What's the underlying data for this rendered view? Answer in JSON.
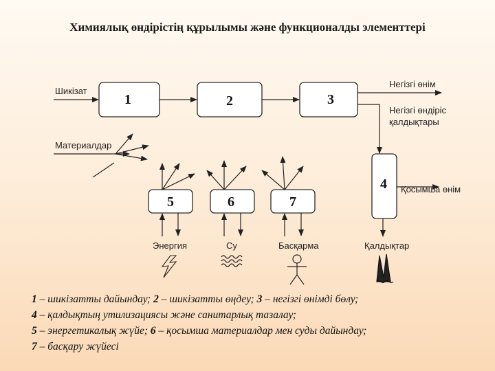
{
  "title": "Химиялық өндірістің құрылымы және функционалды элементтері",
  "boxes": {
    "b1": "1",
    "b2": "2",
    "b3": "3",
    "b4": "4",
    "b5": "5",
    "b6": "6",
    "b7": "7"
  },
  "labels": {
    "raw": "Шикізат",
    "materials": "Материалдар",
    "main_product": "Негізгі өнім",
    "main_waste_1": "Негізгі өндіріс",
    "main_waste_2": "қалдықтары",
    "side_product": "Қосымша өнім",
    "energy": "Энергия",
    "water": "Су",
    "control": "Басқарма",
    "waste": "Қалдықтар"
  },
  "legend": [
    [
      {
        "b": "1"
      },
      {
        "t": " – шикізатты дайындау; "
      },
      {
        "b": "2"
      },
      {
        "t": " – шикізатты өңдеу; "
      },
      {
        "b": "3"
      },
      {
        "t": " – негізгі өнімді бөлу;"
      }
    ],
    [
      {
        "b": "4"
      },
      {
        "t": " – қалдықтың утилизациясы және санитарлық тазалау;"
      }
    ],
    [
      {
        "b": "5"
      },
      {
        "t": " – энергетикалық жүйе; "
      },
      {
        "b": "6"
      },
      {
        "t": " – қосымша материалдар мен суды дайындау;"
      }
    ],
    [
      {
        "b": "7"
      },
      {
        "t": " – басқару жүйесі"
      }
    ]
  ]
}
